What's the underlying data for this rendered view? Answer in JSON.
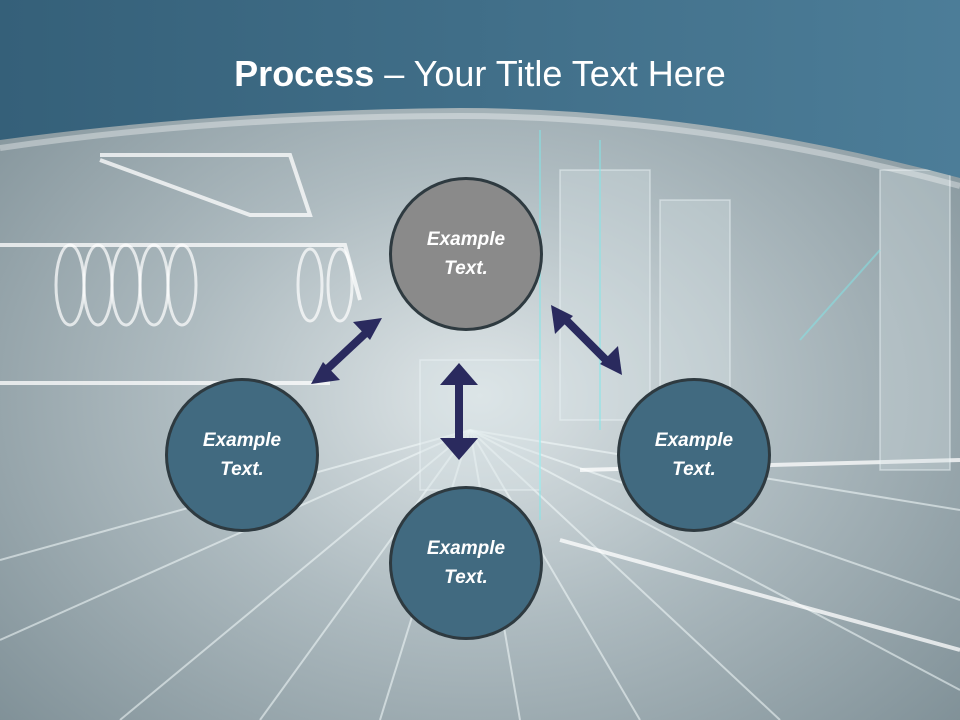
{
  "slide": {
    "title_bold": "Process",
    "title_rest": " – Your Title Text Here"
  },
  "colors": {
    "header": "#3f6c86",
    "node_top": "#8a8a8a",
    "node": "#416a80",
    "node_border": "#2e3a40",
    "arrow": "#2a2a5e"
  },
  "diagram": {
    "nodes": [
      {
        "id": "top",
        "label": "Example\nText."
      },
      {
        "id": "left",
        "label": "Example\nText."
      },
      {
        "id": "right",
        "label": "Example\nText."
      },
      {
        "id": "bottom",
        "label": "Example\nText."
      }
    ],
    "connectors": [
      "top-left double arrow",
      "top-right double arrow",
      "center vertical double arrow"
    ]
  }
}
